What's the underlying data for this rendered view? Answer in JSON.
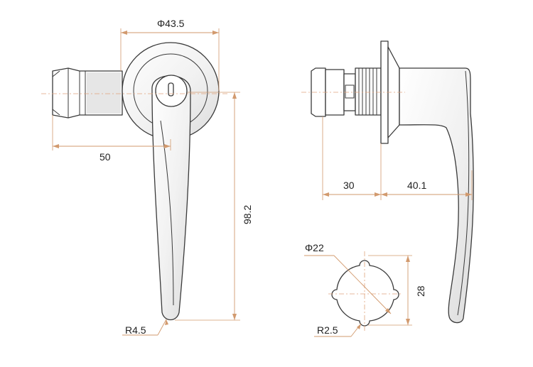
{
  "dimensions": {
    "flange_diameter": "Φ43.5",
    "body_length": "50",
    "handle_length": "98.2",
    "tip_radius": "R4.5",
    "side_body_depth": "30",
    "side_handle_depth": "40.1",
    "cutout_diameter": "Φ22",
    "cutout_height": "28",
    "cutout_radius": "R2.5"
  },
  "colors": {
    "outline": "#3a3a3a",
    "dimension_line": "#d29a6e",
    "text": "#222222"
  }
}
